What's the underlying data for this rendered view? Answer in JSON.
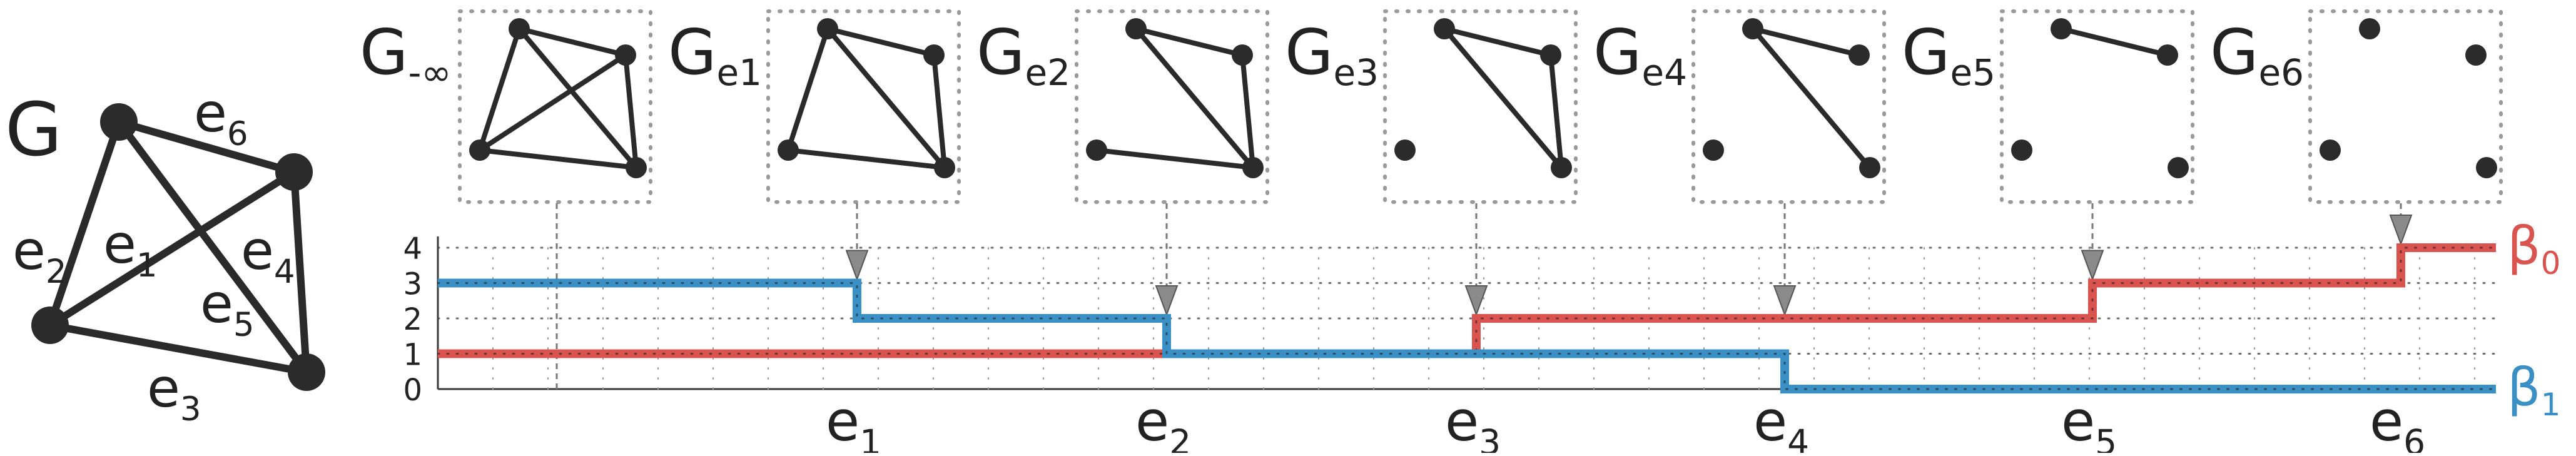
{
  "main_graph": {
    "title": "G",
    "edge_labels": [
      "e1",
      "e2",
      "e3",
      "e4",
      "e5",
      "e6"
    ]
  },
  "filtration": {
    "panels": [
      {
        "label": "G",
        "sub": "-∞",
        "edges": [
          "e1",
          "e2",
          "e3",
          "e4",
          "e5",
          "e6"
        ]
      },
      {
        "label": "G",
        "sub": "e1",
        "edges": [
          "e2",
          "e3",
          "e4",
          "e5",
          "e6"
        ]
      },
      {
        "label": "G",
        "sub": "e2",
        "edges": [
          "e3",
          "e4",
          "e5",
          "e6"
        ]
      },
      {
        "label": "G",
        "sub": "e3",
        "edges": [
          "e4",
          "e5",
          "e6"
        ]
      },
      {
        "label": "G",
        "sub": "e4",
        "edges": [
          "e5",
          "e6"
        ]
      },
      {
        "label": "G",
        "sub": "e5",
        "edges": [
          "e6"
        ]
      },
      {
        "label": "G",
        "sub": "e6",
        "edges": []
      }
    ]
  },
  "chart_data": {
    "type": "line",
    "step": true,
    "categories": [
      "e1",
      "e2",
      "e3",
      "e4",
      "e5",
      "e6"
    ],
    "y_ticks": [
      "0",
      "1",
      "2",
      "3",
      "4"
    ],
    "ylim": [
      0,
      4
    ],
    "series": [
      {
        "name": "β",
        "sub": "0",
        "color": "#d9534f",
        "values": [
          1,
          1,
          1,
          2,
          2,
          3,
          4
        ]
      },
      {
        "name": "β",
        "sub": "1",
        "color": "#3a8fc4",
        "values": [
          3,
          2,
          1,
          1,
          0,
          0,
          0
        ]
      }
    ]
  }
}
